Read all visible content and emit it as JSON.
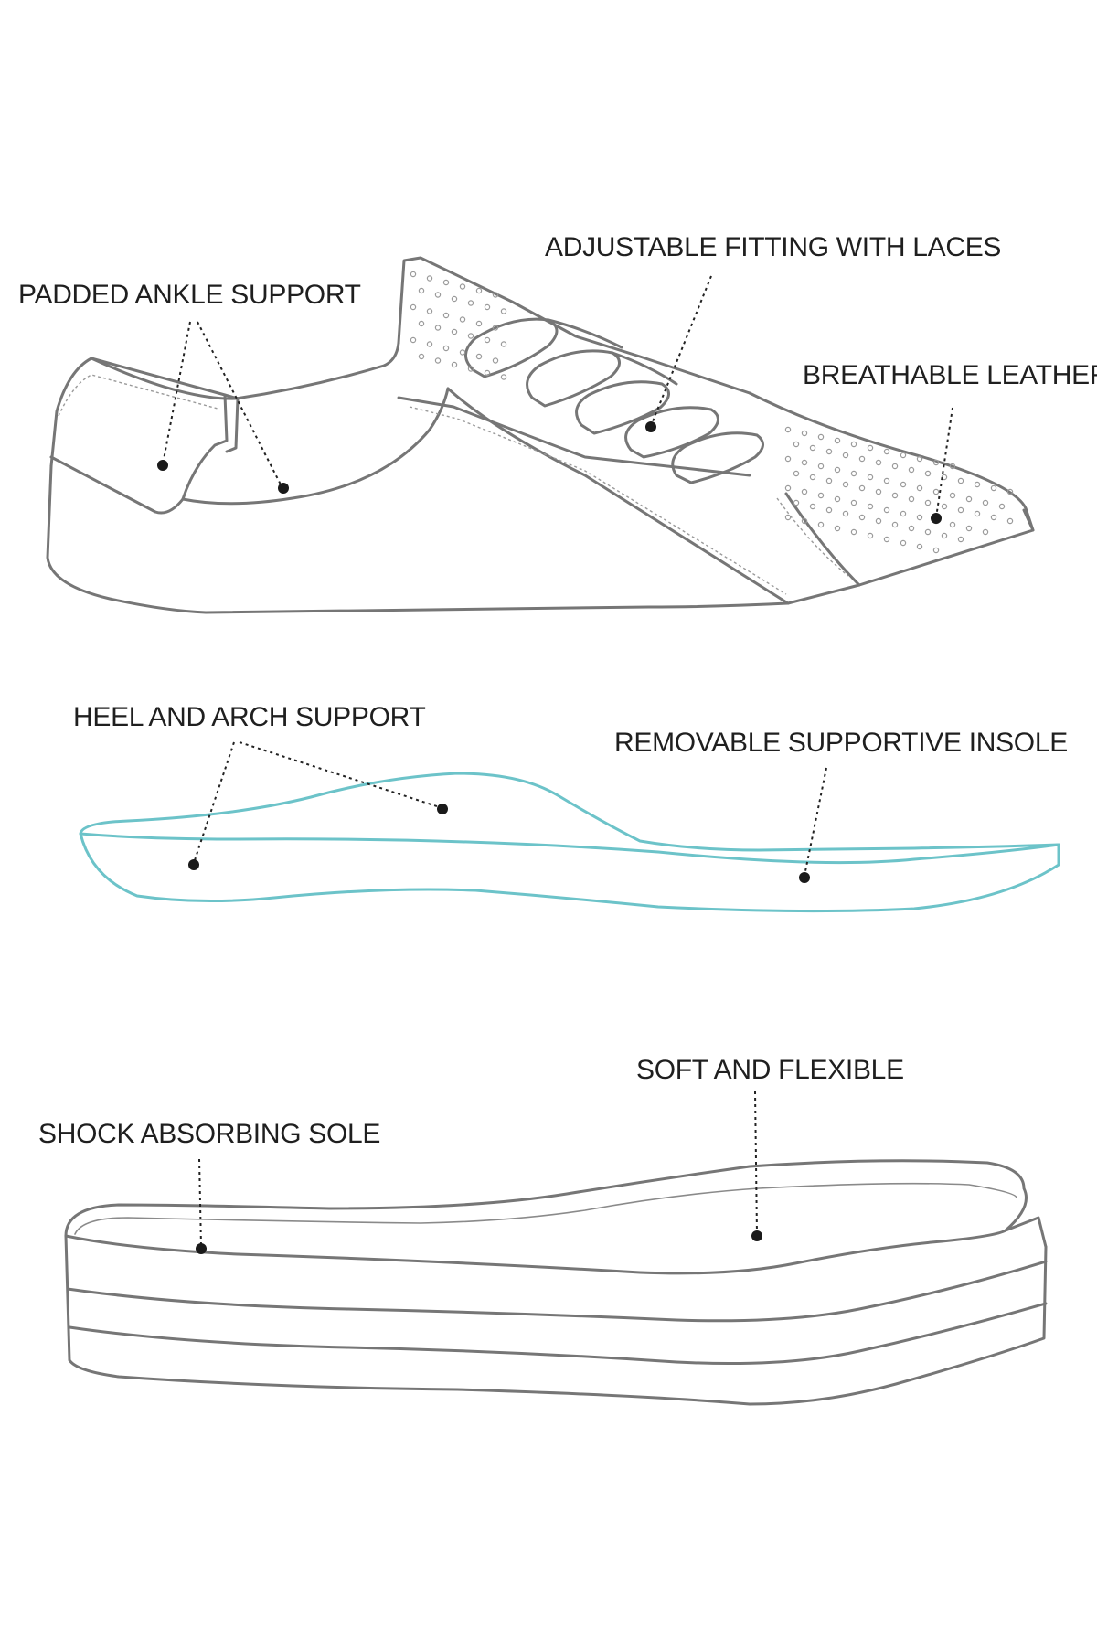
{
  "labels": {
    "padded_ankle_support": "PADDED ANKLE SUPPORT",
    "adjustable_fitting": "ADJUSTABLE FITTING WITH LACES",
    "breathable_leather": "BREATHABLE LEATHER",
    "heel_arch_support": "HEEL AND ARCH SUPPORT",
    "removable_insole": "REMOVABLE SUPPORTIVE INSOLE",
    "soft_flexible": "SOFT AND FLEXIBLE",
    "shock_absorbing_sole": "SHOCK ABSORBING SOLE"
  },
  "colors": {
    "outline": "#767676",
    "insole": "#6cc3c9",
    "text": "#1f1f1f",
    "marker": "#1a1a1a"
  }
}
